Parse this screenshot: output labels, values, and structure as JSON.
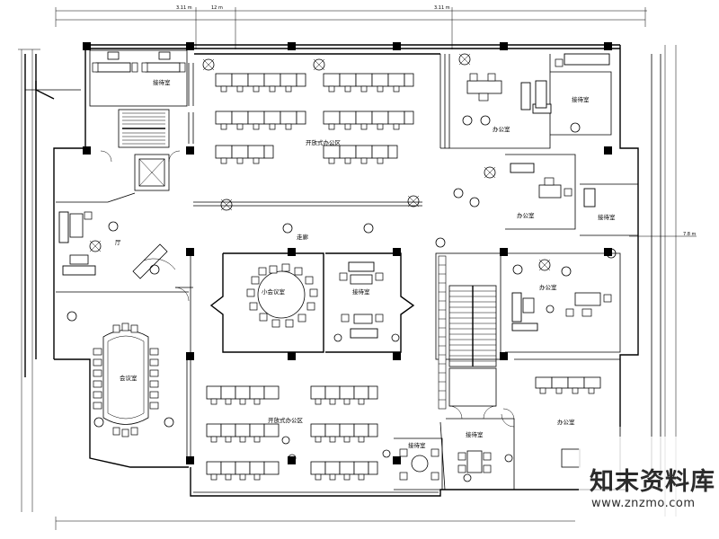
{
  "dimension_labels": {
    "top_left": "3.11 m",
    "top_mid": "12 m",
    "top_right": "3.11 m",
    "right_side": "7.8 m"
  },
  "rooms": {
    "reception_top_left": "接待室",
    "open_office_top": "开放式办公区",
    "corridor": "走廊",
    "office_top_right": "办公室",
    "reception_top_right": "接待室",
    "office_right_mid": "办公室",
    "reception_right": "接待室",
    "hall": "厅",
    "small_meeting": "小会议室",
    "reception_center": "接待室",
    "meeting_room": "会议室",
    "office_right_lower": "办公室",
    "open_office_bottom": "开放式办公区",
    "reception_bottom": "接待室",
    "reception_bottom_right": "接待室",
    "office_bottom_right": "办公室"
  },
  "watermark": {
    "site_name": "知末资料库",
    "url": "www.znzmo.com"
  },
  "colors": {
    "line": "#000000",
    "background": "#ffffff",
    "watermark_text": "#2b2b2b"
  }
}
